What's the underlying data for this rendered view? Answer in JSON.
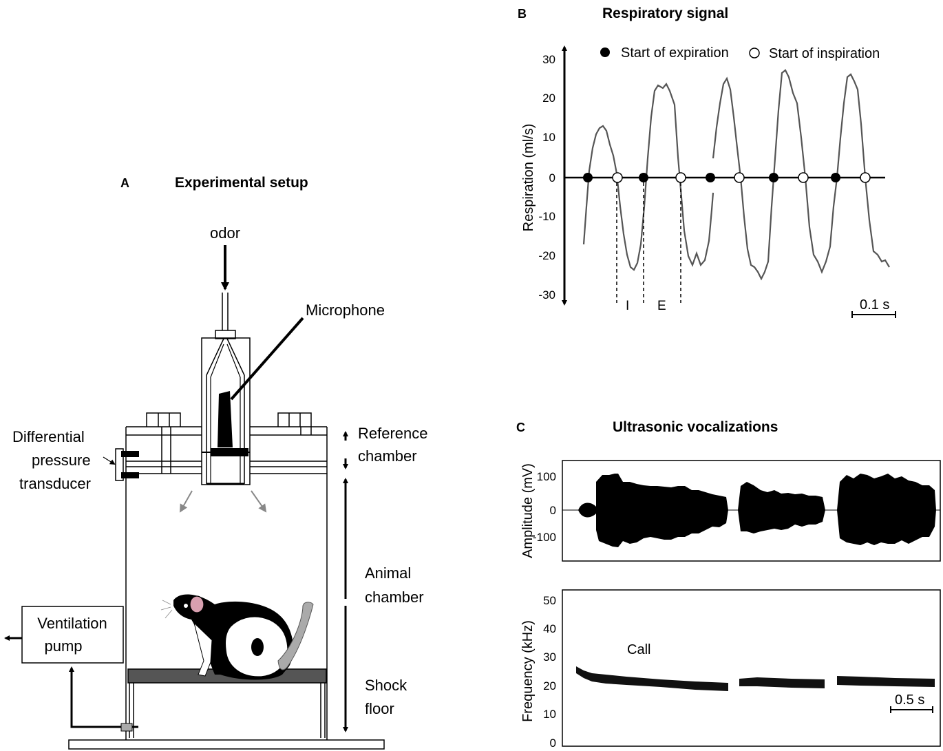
{
  "panelA": {
    "letter": "A",
    "title": "Experimental setup",
    "labels": {
      "odor": "odor",
      "microphone": "Microphone",
      "transducer_1": "Differential",
      "transducer_2": "pressure",
      "transducer_3": "transducer",
      "reference_1": "Reference",
      "reference_2": "chamber",
      "animal_1": "Animal",
      "animal_2": "chamber",
      "shock_1": "Shock",
      "shock_2": "floor",
      "pump_1": "Ventilation",
      "pump_2": "pump"
    }
  },
  "panelB": {
    "letter": "B",
    "title": "Respiratory signal",
    "ylabel": "Respiration  (ml/s)",
    "yticks": [
      "30",
      "20",
      "10",
      "0",
      "-10",
      "-20",
      "-30"
    ],
    "legend_expiration": "Start of expiration",
    "legend_inspiration": "Start of inspiration",
    "label_I": "I",
    "label_E": "E",
    "scalebar": "0.1 s"
  },
  "panelC": {
    "letter": "C",
    "title": "Ultrasonic vocalizations",
    "amp_ylabel": "Amplitude (mV)",
    "amp_yticks": [
      "100",
      "0",
      "-100"
    ],
    "freq_ylabel": "Frequency (kHz)",
    "freq_yticks": [
      "50",
      "40",
      "30",
      "20",
      "10",
      "0"
    ],
    "call_label": "Call",
    "scalebar": "0.5 s"
  }
}
